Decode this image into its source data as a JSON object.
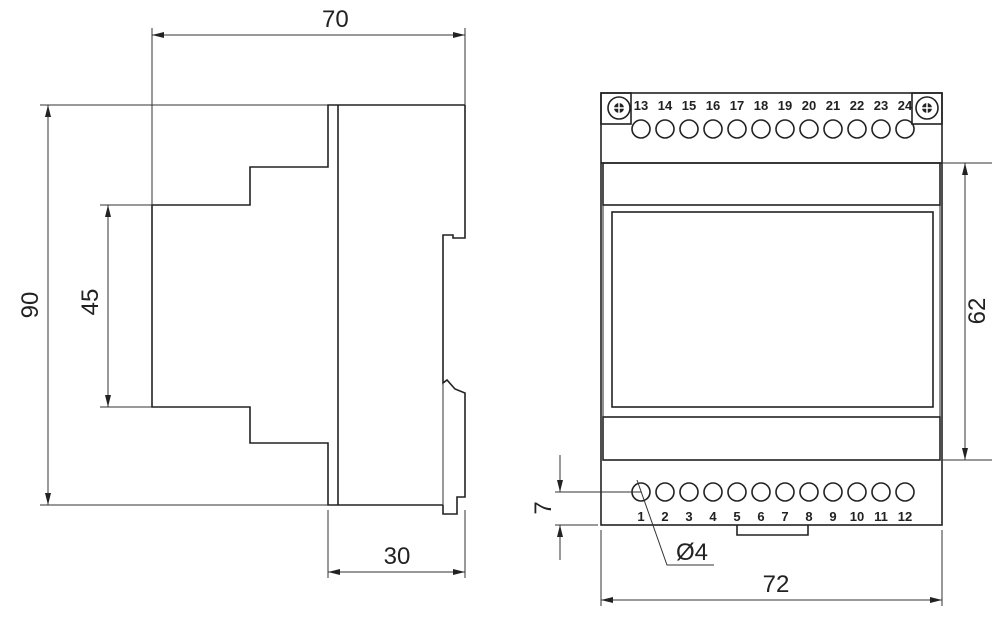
{
  "side_view": {
    "dim_width": "70",
    "dim_height": "90",
    "dim_rail": "45",
    "dim_depth": "30"
  },
  "front_view": {
    "top_terminals": [
      "13",
      "14",
      "15",
      "16",
      "17",
      "18",
      "19",
      "20",
      "21",
      "22",
      "23",
      "24"
    ],
    "bottom_terminals": [
      "1",
      "2",
      "3",
      "4",
      "5",
      "6",
      "7",
      "8",
      "9",
      "10",
      "11",
      "12"
    ],
    "dim_height": "62",
    "dim_width": "72",
    "dim_terminal_offset": "7",
    "dim_hole": "Ø4"
  },
  "colors": {
    "line": "#222222",
    "background": "#ffffff"
  }
}
